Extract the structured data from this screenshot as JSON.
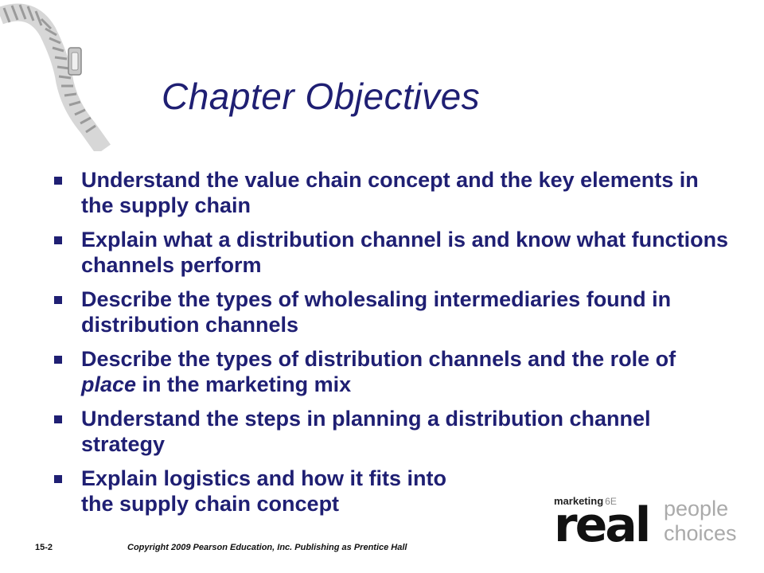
{
  "slide": {
    "title": "Chapter Objectives",
    "bullets": [
      {
        "before": "Understand the value chain concept and the key elements in the supply chain",
        "em": "",
        "after": ""
      },
      {
        "before": "Explain what a distribution channel is and know what functions channels perform",
        "em": "",
        "after": ""
      },
      {
        "before": "Describe the types of wholesaling intermediaries found in distribution channels",
        "em": "",
        "after": ""
      },
      {
        "before": "Describe the types of distribution channels and the role of ",
        "em": "place",
        "after": " in the marketing mix"
      },
      {
        "before": "Understand the steps in planning a distribution channel strategy",
        "em": "",
        "after": ""
      },
      {
        "before": "Explain logistics and how it fits into",
        "em": "",
        "after": "the supply chain concept"
      }
    ]
  },
  "footer": {
    "page": "15-2",
    "copyright": "Copyright 2009 Pearson Education, Inc. Publishing as Prentice Hall"
  },
  "logo": {
    "marketing": "marketing",
    "edition": "6E",
    "real": "real",
    "people": "people",
    "choices": "choices"
  },
  "colors": {
    "text": "#1f1f73",
    "zipper": "#b0b0b0"
  }
}
